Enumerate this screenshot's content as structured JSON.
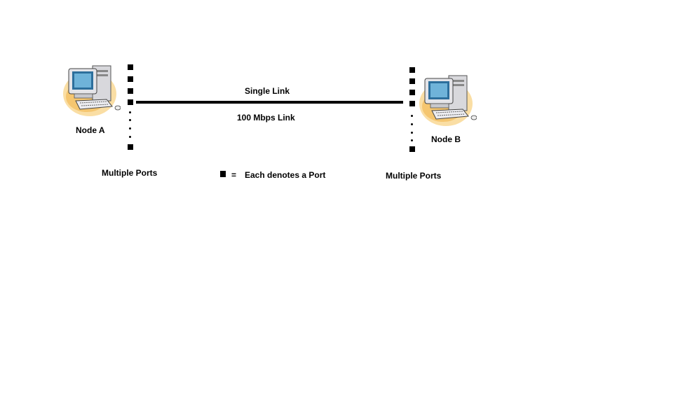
{
  "diagram": {
    "nodes": [
      {
        "label": "Node A",
        "icon": "computer-icon"
      },
      {
        "label": "Node B",
        "icon": "computer-icon"
      }
    ],
    "link": {
      "top_label": "Single Link",
      "bottom_label": "100 Mbps Link"
    },
    "ports_label_a": "Multiple Ports",
    "ports_label_b": "Multiple Ports",
    "legend": {
      "symbol": "=",
      "text": "Each denotes a Port"
    }
  }
}
